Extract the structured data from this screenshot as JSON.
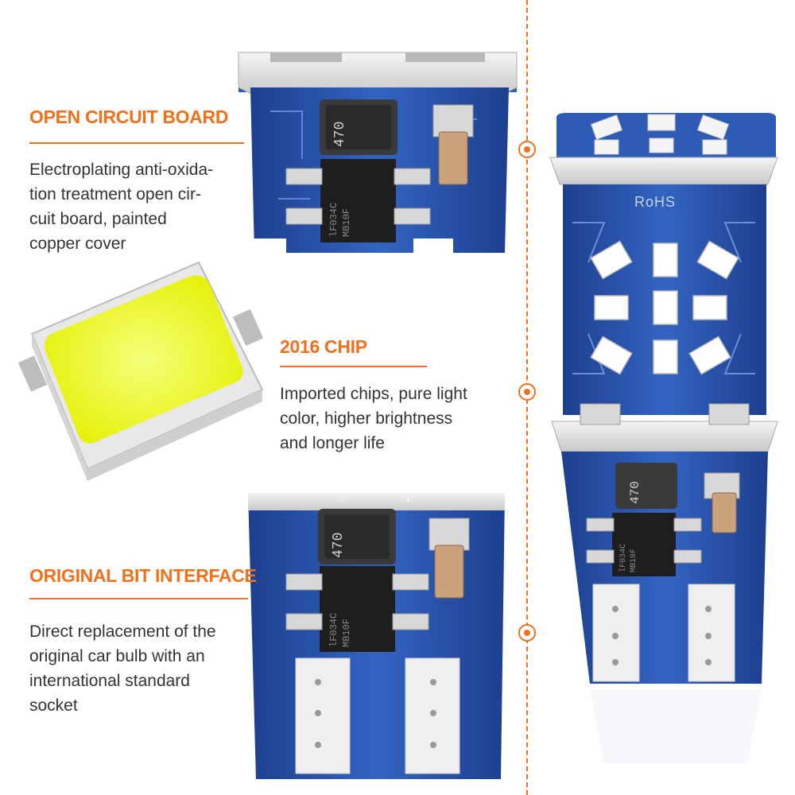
{
  "sections": [
    {
      "heading": "OPEN CIRCUIT BOARD",
      "lines": [
        "Electroplating anti-oxida-",
        "tion treatment open cir-",
        "cuit board, painted",
        "copper cover"
      ]
    },
    {
      "heading": "2016 CHIP",
      "lines": [
        "Imported chips, pure light",
        "color, higher brightness",
        "and longer life"
      ]
    },
    {
      "heading": "ORIGINAL BIT INTERFACE",
      "lines": [
        "Direct replacement of the",
        "original car bulb with an",
        "international standard",
        "socket"
      ]
    }
  ],
  "board_markings": {
    "inductor_label": "470",
    "rohs_label": "RoHS",
    "chip_label_line1": "lF034C",
    "chip_label_line2": "MB10F",
    "plus_sign": "+",
    "minus_sign": "-"
  },
  "colors": {
    "accent": "#f0701c",
    "board_blue": "#2d5bb5",
    "text": "#333333"
  }
}
